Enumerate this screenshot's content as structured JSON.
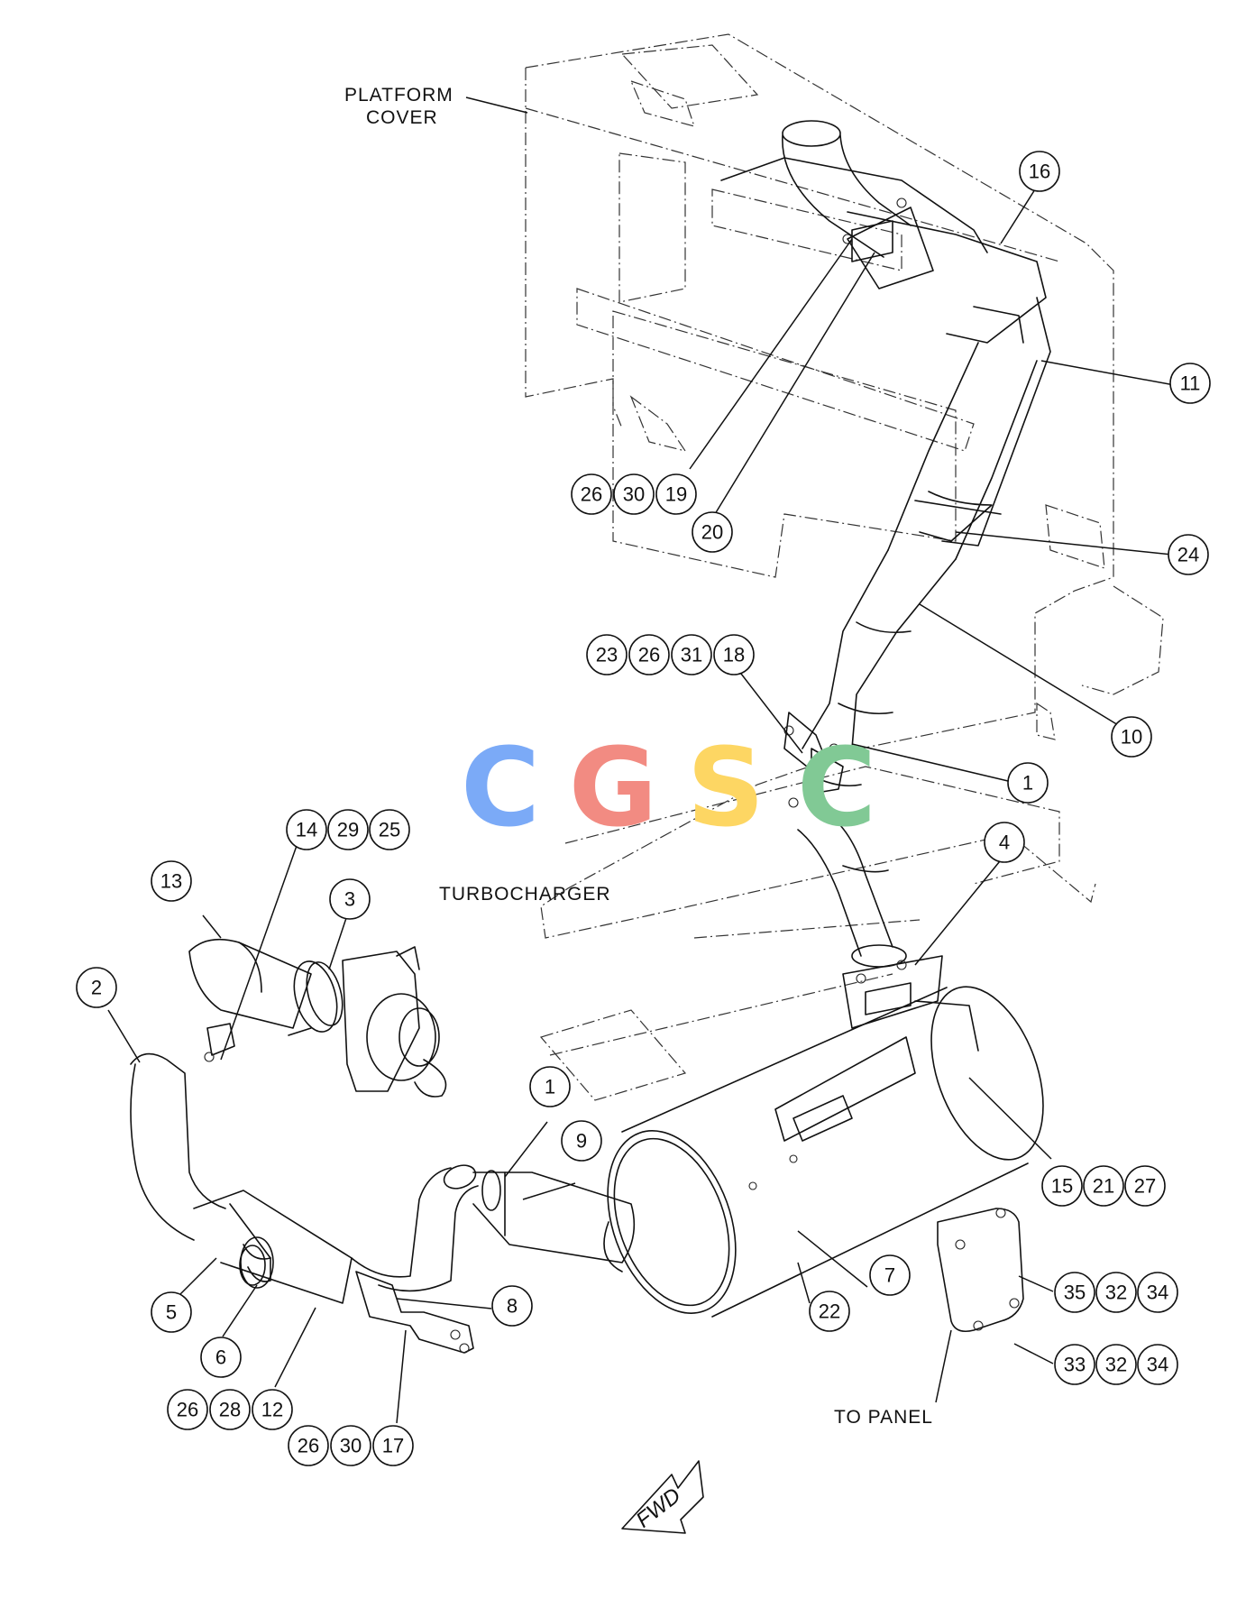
{
  "labels": {
    "platform_cover_line1": "PLATFORM",
    "platform_cover_line2": "COVER",
    "turbocharger": "TURBOCHARGER",
    "to_panel": "TO PANEL",
    "fwd": "FWD"
  },
  "watermark": {
    "letters": [
      {
        "char": "C",
        "color": "#7baaf7"
      },
      {
        "char": "G",
        "color": "#f28b82"
      },
      {
        "char": "S",
        "color": "#fdd663"
      },
      {
        "char": "C",
        "color": "#81c995"
      }
    ]
  },
  "callouts": {
    "c16": "16",
    "c11": "11",
    "c26a": "26",
    "c30a": "30",
    "c19": "19",
    "c20": "20",
    "c24": "24",
    "c23": "23",
    "c26b": "26",
    "c31": "31",
    "c18": "18",
    "c10": "10",
    "c1a": "1",
    "c4": "4",
    "c14": "14",
    "c29": "29",
    "c25": "25",
    "c13": "13",
    "c3": "3",
    "c2": "2",
    "c1b": "1",
    "c9": "9",
    "c15": "15",
    "c21": "21",
    "c27": "27",
    "c7": "7",
    "c22": "22",
    "c35": "35",
    "c32a": "32",
    "c34a": "34",
    "c33": "33",
    "c32b": "32",
    "c34b": "34",
    "c5": "5",
    "c6": "6",
    "c8": "8",
    "c26c": "26",
    "c28": "28",
    "c12": "12",
    "c26d": "26",
    "c30b": "30",
    "c17": "17"
  }
}
